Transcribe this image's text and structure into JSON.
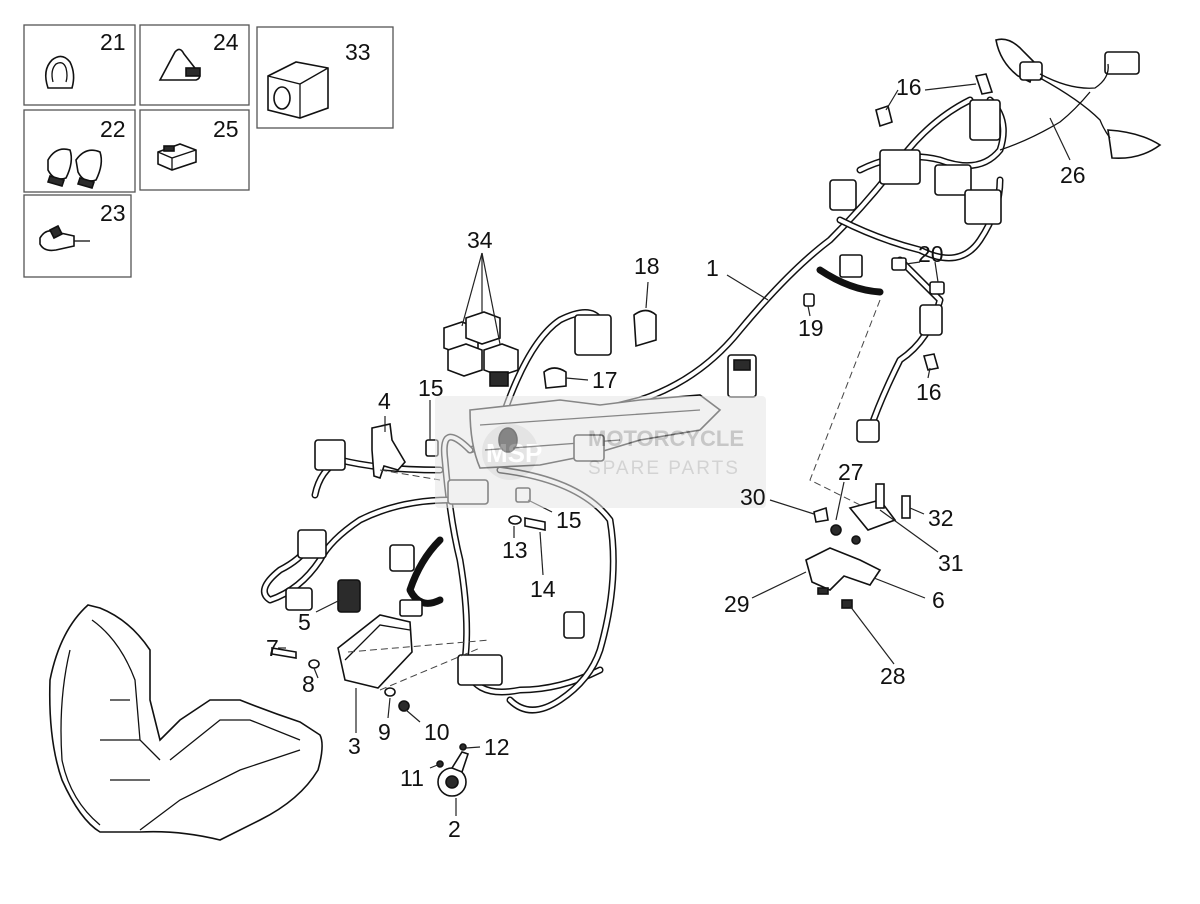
{
  "watermark": {
    "logo_text": "MSP",
    "line1": "MOTORCYCLE",
    "line2": "SPARE PARTS"
  },
  "inset_labels": [
    "21",
    "24",
    "33",
    "22",
    "25",
    "23"
  ],
  "callouts": [
    "1",
    "2",
    "3",
    "4",
    "5",
    "6",
    "7",
    "8",
    "9",
    "10",
    "11",
    "12",
    "13",
    "14",
    "15",
    "15",
    "16",
    "16",
    "17",
    "18",
    "19",
    "20",
    "26",
    "27",
    "28",
    "29",
    "30",
    "31",
    "32",
    "34"
  ],
  "colors": {
    "ink": "#111111",
    "watermark": "#b5b5b5",
    "watermark_bg": "#e6e6e6"
  }
}
